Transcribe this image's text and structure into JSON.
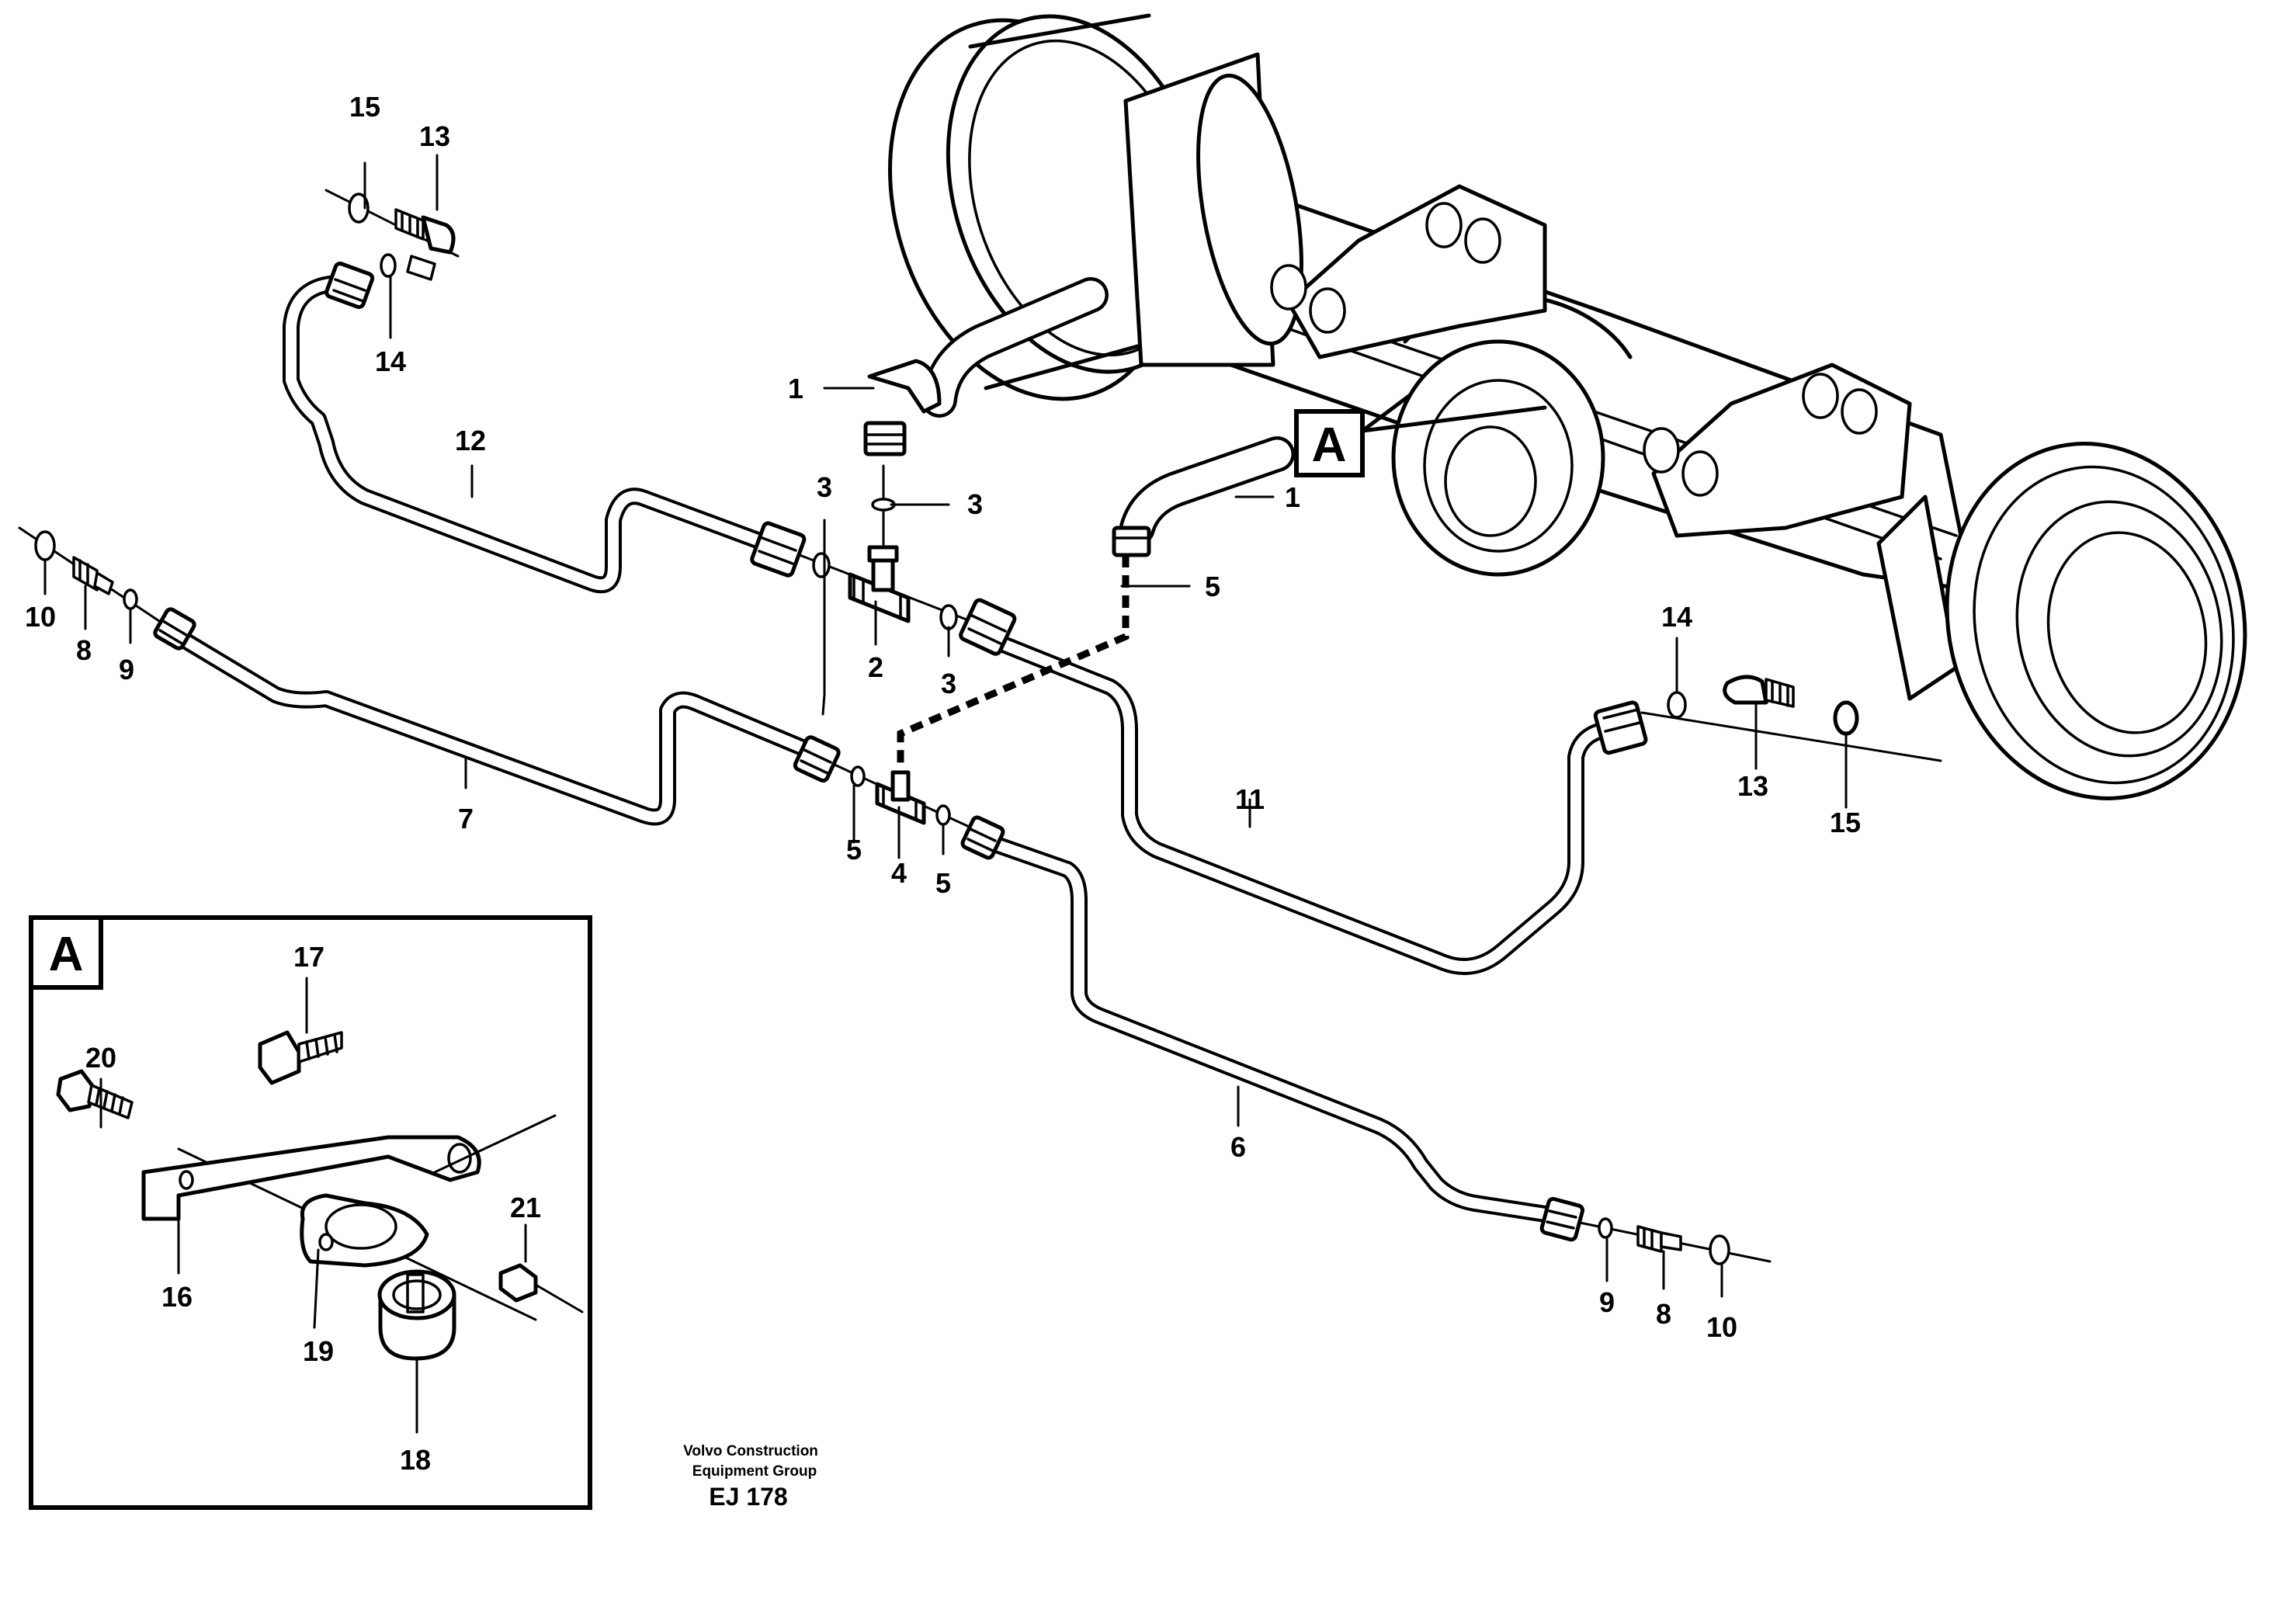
{
  "callouts": {
    "c1a": "1",
    "c1b": "1",
    "c2": "2",
    "c3a": "3",
    "c3b": "3",
    "c3c": "3",
    "c4": "4",
    "c5a": "5",
    "c5b": "5",
    "c5c": "5",
    "c6": "6",
    "c7": "7",
    "c8a": "8",
    "c8b": "8",
    "c9a": "9",
    "c9b": "9",
    "c10a": "10",
    "c10b": "10",
    "c11": "11",
    "c12": "12",
    "c13a": "13",
    "c13b": "13",
    "c14a": "14",
    "c14b": "14",
    "c15a": "15",
    "c15b": "15",
    "c16": "16",
    "c17": "17",
    "c18": "18",
    "c19": "19",
    "c20": "20",
    "c21": "21"
  },
  "view_marker": "A",
  "detail_label": "A",
  "footer": {
    "line1": "Volvo Construction",
    "line2": "Equipment Group",
    "code": "EJ 178"
  }
}
